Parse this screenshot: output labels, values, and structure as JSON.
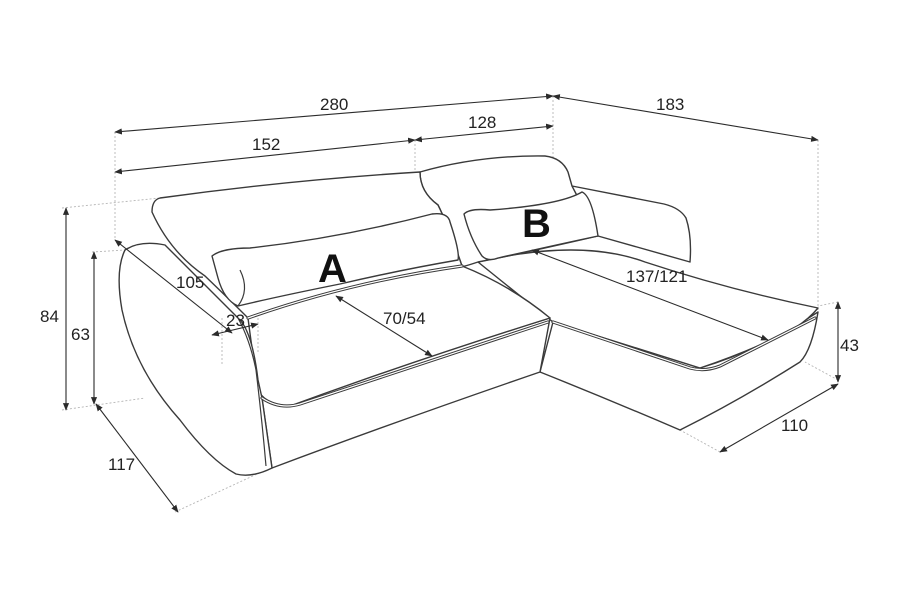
{
  "dimensions": {
    "total_width": "280",
    "section_a_width": "152",
    "section_b_width": "128",
    "chaise_depth": "183",
    "overall_height": "84",
    "armrest_height": "63",
    "backrest_depth": "105",
    "armrest_width": "23",
    "seat_a_depth": "70/54",
    "chaise_length": "137/121",
    "chaise_height": "43",
    "chaise_width": "110",
    "side_depth": "117"
  },
  "labels": {
    "section_a": "A",
    "section_b": "B"
  },
  "colors": {
    "line": "#3a3a3a",
    "extension": "#b5b5b5",
    "background": "#ffffff"
  }
}
